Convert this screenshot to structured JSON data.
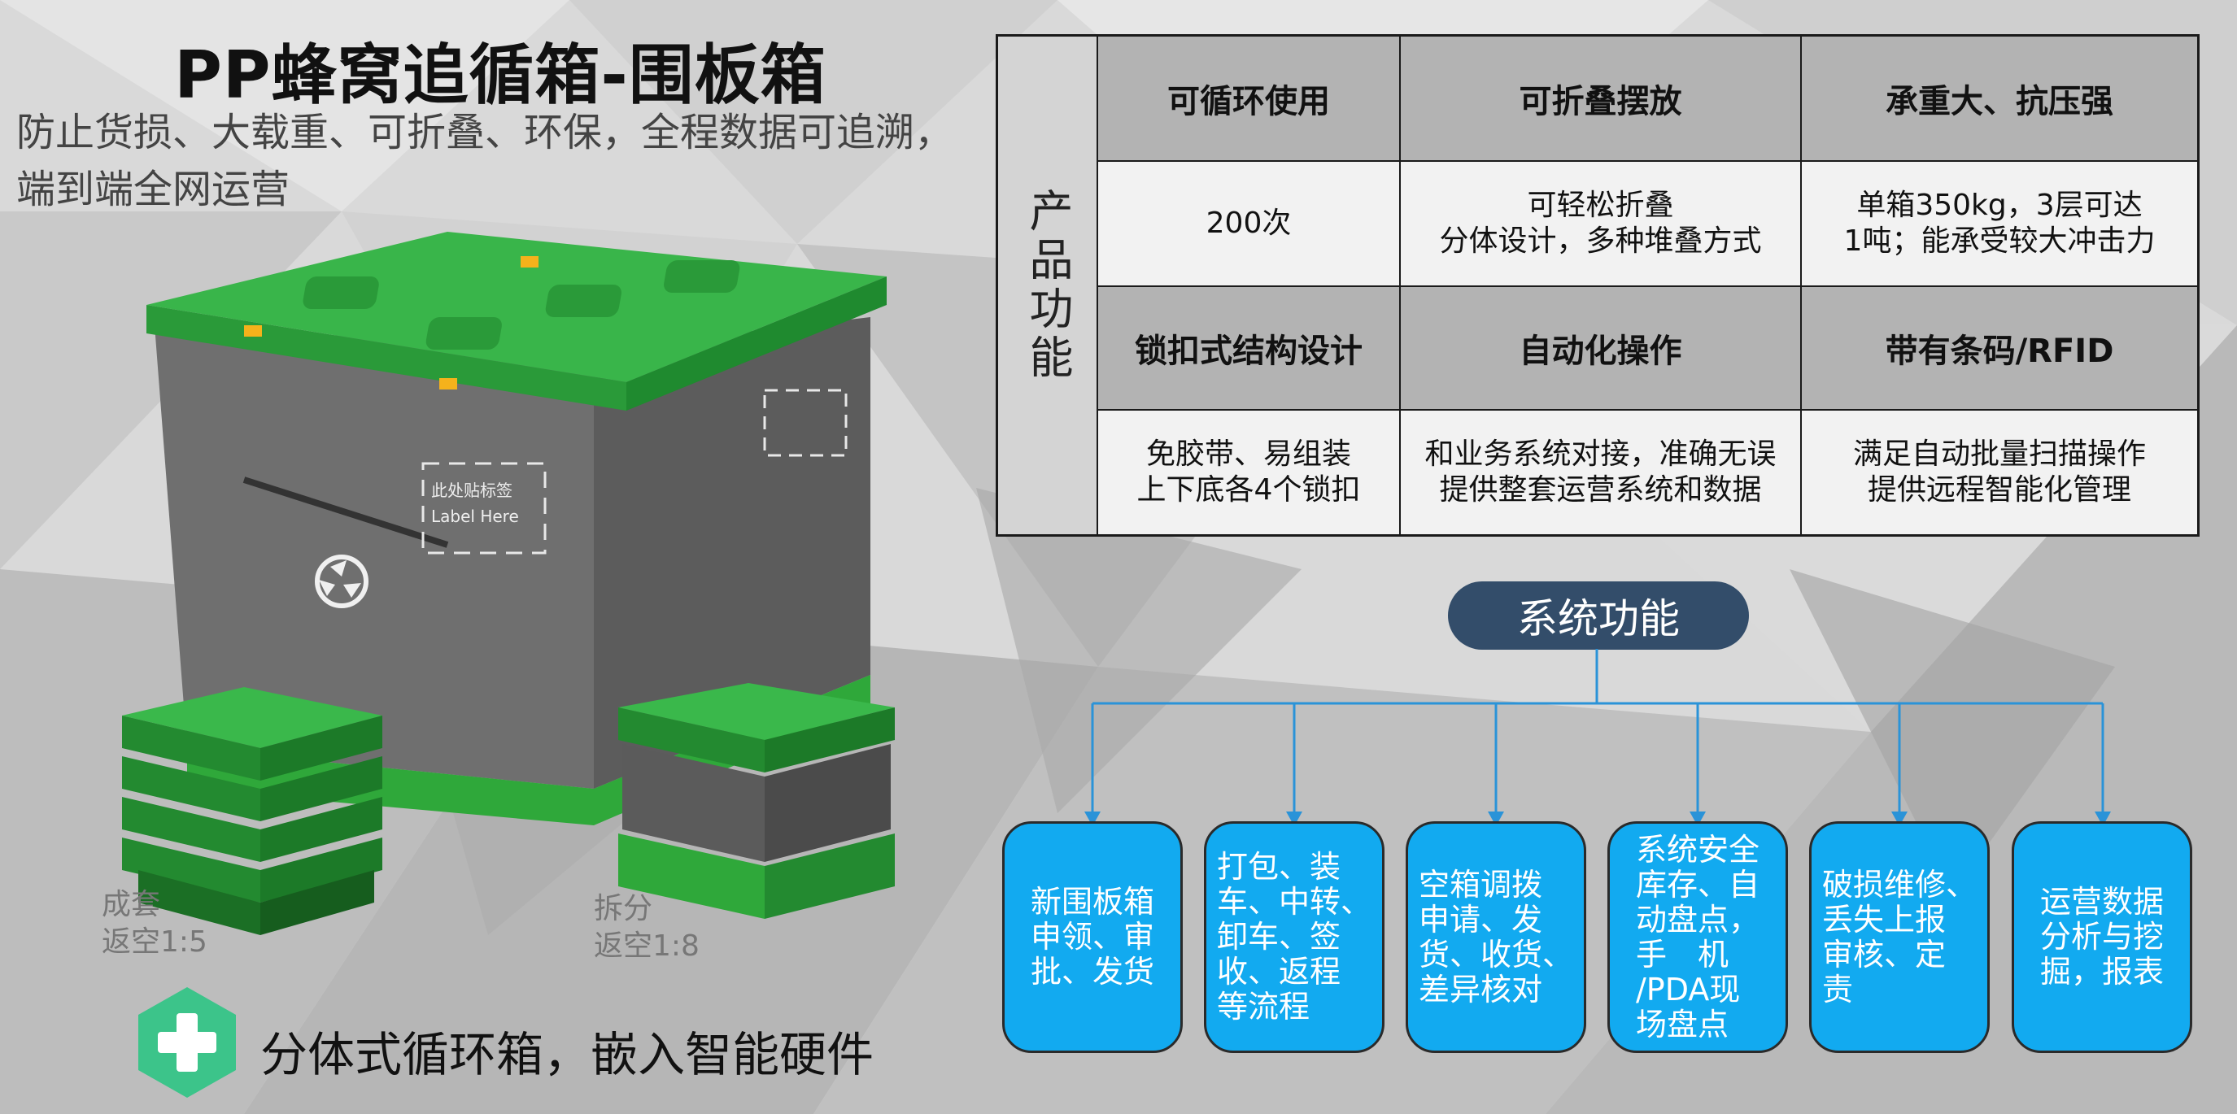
{
  "header": {
    "title": "PP蜂窝追循箱-围板箱",
    "subtitle_lines": [
      "防止货损、大载重、可折叠、环保，全程数据可追溯，",
      "端到端全网运营"
    ]
  },
  "product": {
    "label_cn": "此处贴标签",
    "label_en": "Label Here",
    "captions": {
      "set": [
        "成套",
        "返空1:5"
      ],
      "split": [
        "拆分",
        "返空1:8"
      ]
    }
  },
  "footer": {
    "slogan": "分体式循环箱，嵌入智能硬件"
  },
  "feature_table": {
    "side_label": "产品功能",
    "row1": {
      "headers": [
        "可循环使用",
        "可折叠摆放",
        "承重大、抗压强"
      ],
      "bodies": [
        [
          "200次"
        ],
        [
          "可轻松折叠",
          "分体设计，多种堆叠方式"
        ],
        [
          "单箱350kg，3层可达",
          "1吨；能承受较大冲击力"
        ]
      ]
    },
    "row2": {
      "headers": [
        "锁扣式结构设计",
        "自动化操作",
        "带有条码/RFID"
      ],
      "bodies": [
        [
          "免胶带、易组装",
          "上下底各4个锁扣"
        ],
        [
          "和业务系统对接，准确无误",
          "提供整套运营系统和数据"
        ],
        [
          "满足自动批量扫描操作",
          "提供远程智能化管理"
        ]
      ]
    }
  },
  "system": {
    "title": "系统功能",
    "functions": [
      [
        "新围板箱",
        "申领、审",
        "批、发货"
      ],
      [
        "打包、装",
        "车、中转、",
        "卸车、签",
        "收、返程",
        "等流程"
      ],
      [
        "空箱调拨",
        "申请、发",
        "货、收货、",
        "差异核对"
      ],
      [
        "系统安全",
        "库存、自",
        "动盘点，",
        "手　机",
        "/PDA现",
        "场盘点"
      ],
      [
        "破损维修、",
        "丢失上报",
        "审核、定",
        "责"
      ],
      [
        "运营数据",
        "分析与挖",
        "掘，报表"
      ]
    ]
  },
  "colors": {
    "accent_blue": "#12aaf0",
    "pill_navy": "#334d6a",
    "box_green": "#2fa83a",
    "box_grey": "#6d6d6d",
    "table_header": "#b3b3b3"
  },
  "icons": [
    "plus-icon",
    "recycle-icon"
  ]
}
